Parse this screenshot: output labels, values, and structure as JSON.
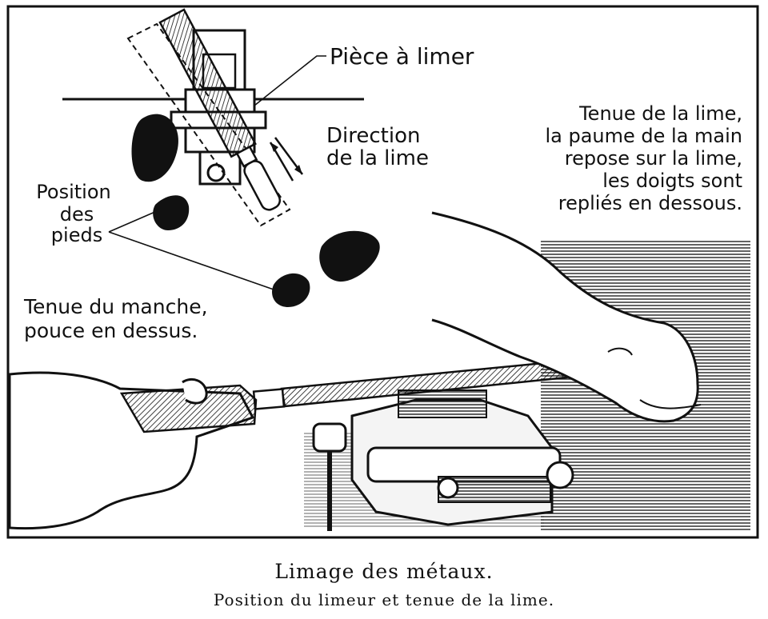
{
  "figure": {
    "label_piece": "Pièce à limer",
    "label_direction": [
      "Direction",
      "de la lime"
    ],
    "label_tenue_lime": [
      "Tenue de la lime,",
      "la paume de la main",
      "repose sur la lime,",
      "les doigts sont",
      "repliés en dessous."
    ],
    "label_pieds": [
      "Position",
      "des",
      "pieds"
    ],
    "label_manche": [
      "Tenue du manche,",
      "pouce en dessus."
    ]
  },
  "caption": {
    "title": "Limage des métaux.",
    "subtitle": "Position du limeur et tenue de la lime."
  }
}
